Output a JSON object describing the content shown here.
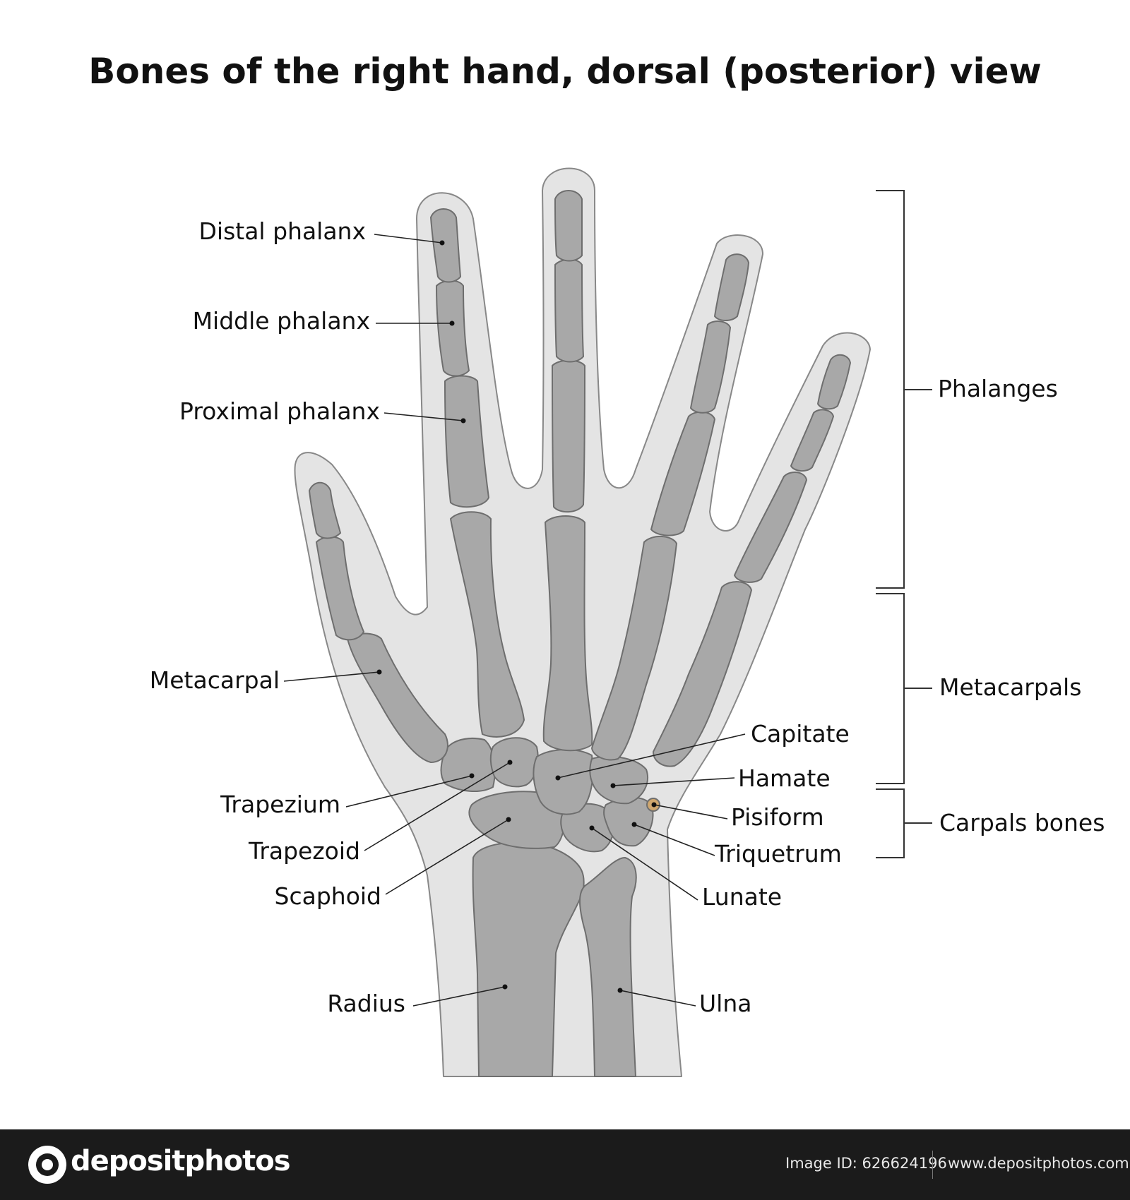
{
  "title": "Bones of the right hand, dorsal (posterior) view",
  "labels": {
    "distal_phalanx": "Distal phalanx",
    "middle_phalanx": "Middle phalanx",
    "proximal_phalanx": "Proximal phalanx",
    "metacarpal": "Metacarpal",
    "trapezium": "Trapezium",
    "trapezoid": "Trapezoid",
    "scaphoid": "Scaphoid",
    "radius": "Radius",
    "capitate": "Capitate",
    "hamate": "Hamate",
    "pisiform": "Pisiform",
    "triquetrum": "Triquetrum",
    "lunate": "Lunate",
    "ulna": "Ulna"
  },
  "groups": {
    "phalanges": "Phalanges",
    "metacarpals": "Metacarpals",
    "carpals": "Carpals bones"
  },
  "footer": {
    "brand": "depositphotos",
    "image_id": "Image ID: 626624196",
    "url": "www.depositphotos.com"
  },
  "colors": {
    "bone": "#a8a8a8",
    "soft_tissue": "#e4e4e4",
    "footer_bg": "#1b1b1b"
  }
}
